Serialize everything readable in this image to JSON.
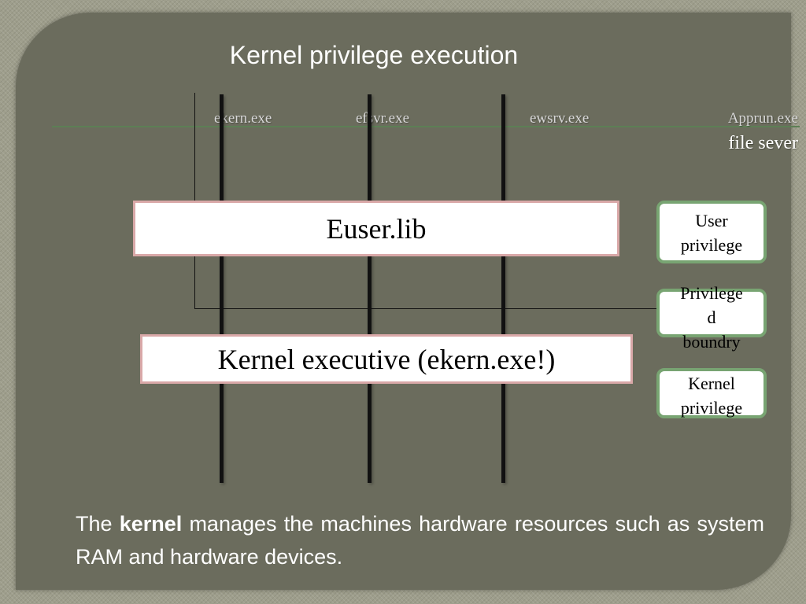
{
  "title": "Kernel privilege execution",
  "processes": [
    "ekern.exe",
    "efsvr.exe",
    "ewsrv.exe",
    "Apprun.exe"
  ],
  "process_extra": "file sever",
  "boxes": {
    "euser": "Euser.lib",
    "kernel": "Kernel executive (ekern.exe!)"
  },
  "legend": {
    "user_line1": "User",
    "user_line2": "privilege",
    "priv_line1": "Privilege",
    "priv_line2": "d",
    "priv_line3": "boundry",
    "kernel_line1": "Kernel",
    "kernel_line2": "privilege"
  },
  "body": {
    "pre": "The ",
    "bold": "kernel",
    "post": " manages the machines hardware resources such as system RAM and hardware devices."
  },
  "colors": {
    "slide_bg": "#6b6c5d",
    "box_border": "#d9a8a8",
    "legend_border": "#78a472",
    "process_line": "#5d7f55"
  }
}
